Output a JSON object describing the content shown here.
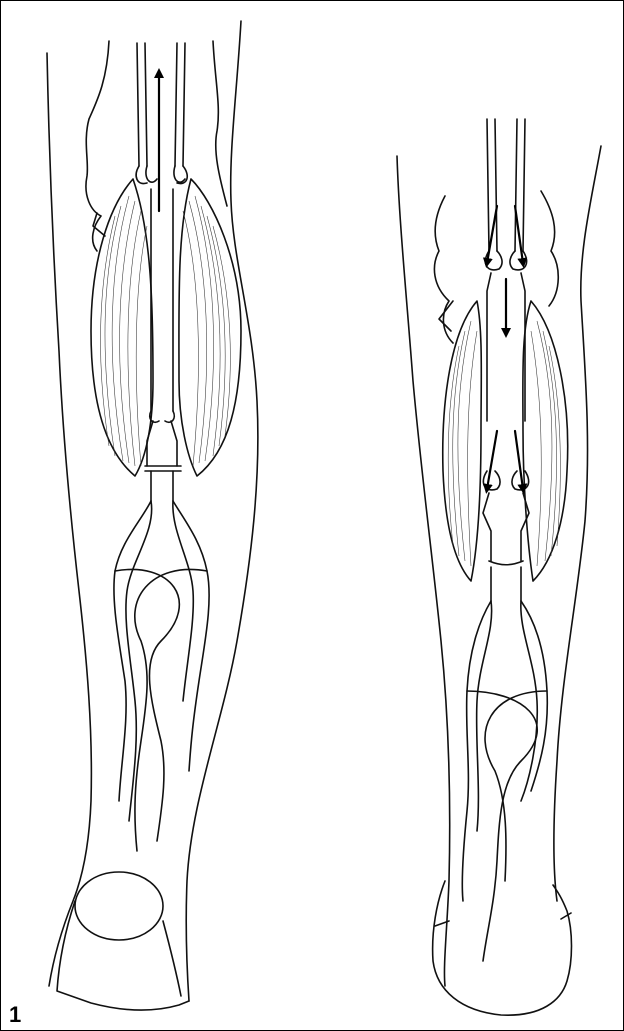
{
  "figure": {
    "label": "1",
    "border_color": "#000000",
    "panels": [
      {
        "id": "left",
        "arrows": [
          {
            "direction": "up"
          }
        ]
      },
      {
        "id": "right",
        "arrows": [
          {
            "direction": "down"
          },
          {
            "direction": "down"
          },
          {
            "direction": "down"
          },
          {
            "direction": "down"
          },
          {
            "direction": "down"
          }
        ]
      }
    ]
  }
}
